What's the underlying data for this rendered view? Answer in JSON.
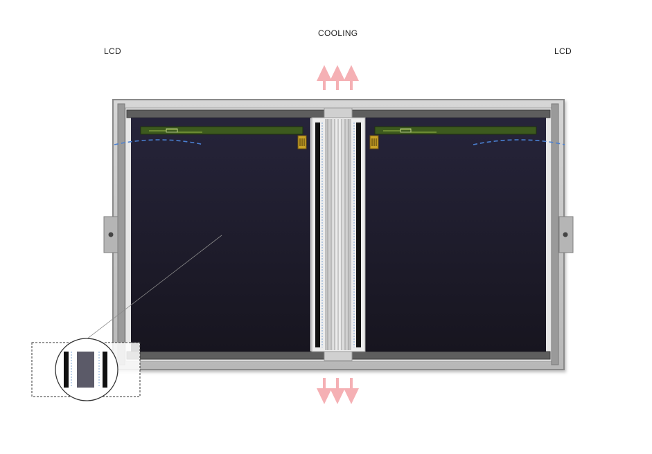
{
  "labels": {
    "cooling": "COOLING",
    "lcd_left": "LCD",
    "lcd_right": "LCD"
  },
  "colors": {
    "arrow": "#f4a3a8",
    "panel": "#1e1c2e",
    "pcb": "#3d5a1e",
    "fin": "#d8d8d8",
    "frame": "#c4c4c4",
    "airflow": "#4a7fd0",
    "connector": "#c9a227"
  },
  "icons": [
    "arrow-up-icon",
    "arrow-down-icon",
    "zoom-callout-icon"
  ]
}
